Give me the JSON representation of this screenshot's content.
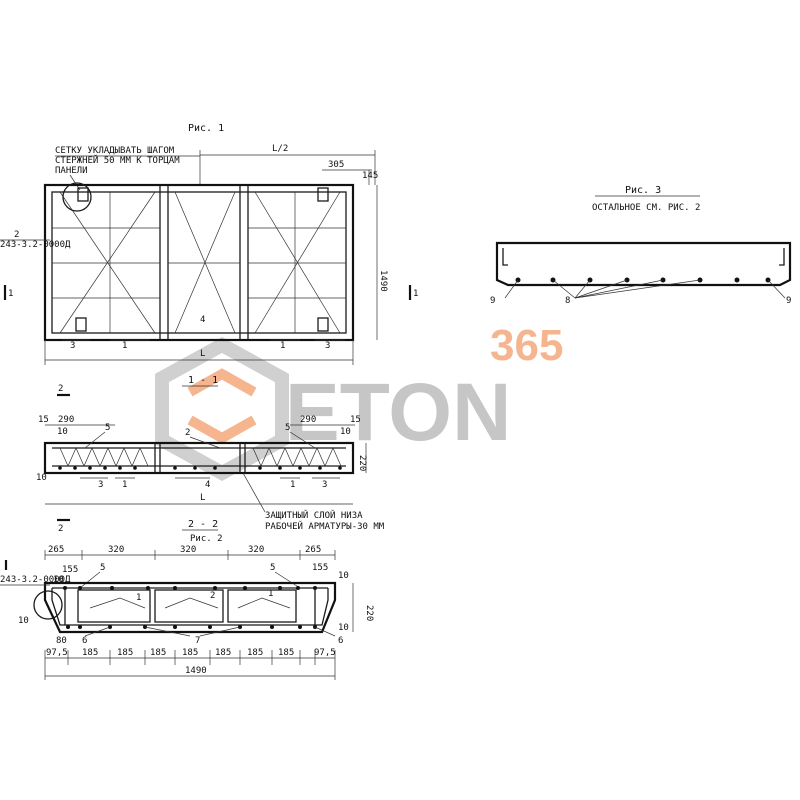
{
  "fig1": {
    "title": "Рис. 1",
    "note_line1": "СЕТКУ УКЛАДЫВАТЬ ШАГОМ",
    "note_line2": "СТЕРЖНЕЙ 50 ММ К ТОРЦАМ",
    "note_line3": "ПАНЕЛИ",
    "dim_half": "L/2",
    "dim_305": "305",
    "dim_145": "145",
    "dim_1490": "1490",
    "dim_L": "L",
    "ref_num": "2",
    "ref_code": "243-3.2-0000Д",
    "section_mark": "1",
    "label_1": "1",
    "label_3": "3",
    "label_4": "4"
  },
  "sec11": {
    "title": "1 - 1",
    "dim_15": "15",
    "dim_290": "290",
    "dim_10": "10",
    "dim_220": "220",
    "dim_L": "L",
    "mark_2": "2",
    "label_1": "1",
    "label_2": "2",
    "label_3": "3",
    "label_4": "4",
    "label_5": "5",
    "note_line1": "ЗАЩИТНЫЙ СЛОЙ НИЗА",
    "note_line2": "РАБОЧЕЙ АРМАТУРЫ-30 ММ"
  },
  "sec22": {
    "title": "2 - 2",
    "subtitle": "Рис. 2",
    "dims_top": [
      "265",
      "320",
      "320",
      "320",
      "265"
    ],
    "dim_155": "155",
    "dim_10": "10",
    "dim_220": "220",
    "dim_80": "80",
    "dims_bottom": [
      "97,5",
      "185",
      "185",
      "185",
      "185",
      "185",
      "185",
      "185",
      "97,5"
    ],
    "dim_1490": "1490",
    "ref_code": "243-3.2-0000Д",
    "label_1": "1",
    "label_2": "2",
    "label_5": "5",
    "label_6": "6",
    "label_7": "7"
  },
  "fig3": {
    "title": "Рис. 3",
    "subtitle": "ОСТАЛЬНОЕ СМ. РИС. 2",
    "label_8": "8",
    "label_9": "9"
  },
  "watermark": {
    "number": "365",
    "brand": "ETON",
    "number_color": "#f4a97c",
    "brand_color": "#b8b8b8"
  }
}
